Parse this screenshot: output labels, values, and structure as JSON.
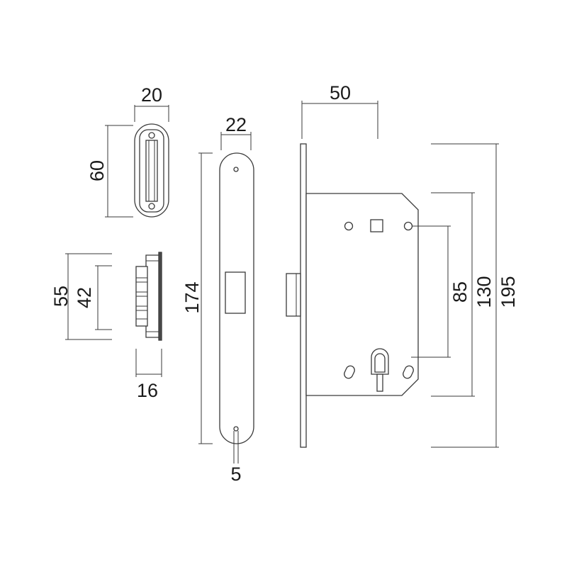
{
  "drawing": {
    "colors": {
      "line": "#3a3a3a",
      "text": "#1a1a1a",
      "background": "#ffffff"
    },
    "dimensions": {
      "strike_width": "20",
      "strike_height": "60",
      "latch_height_outer": "55",
      "latch_height_inner": "42",
      "latch_depth": "16",
      "faceplate_width": "22",
      "faceplate_height": "174",
      "screw_hole": "5",
      "backset": "50",
      "center_distance": "85",
      "case_height": "130",
      "total_height": "195"
    }
  }
}
